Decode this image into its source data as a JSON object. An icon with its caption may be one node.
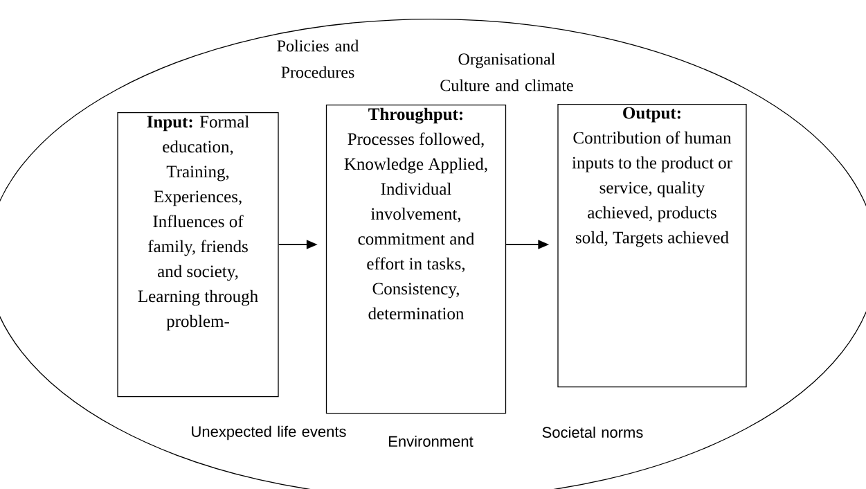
{
  "diagram": {
    "nodes": [
      {
        "text": [],
        "shape": "ellipse"
      },
      {
        "text": [
          "**Input:** Formal education, Training, Experiences, Influences of family, friends and society, Learning through problem-"
        ],
        "in": 0
      },
      {
        "text": [
          "Throughput:",
          "Processes followed, Knowledge Applied, Individual involvement, commitment and effort in tasks, Consistency, determination"
        ],
        "in": 0
      },
      {
        "text": [
          "Output:",
          "Contribution of human inputs to the product or service, quality achieved, products sold, Targets achieved"
        ],
        "in": 0
      }
    ],
    "edges": [
      {
        "from": 1,
        "to": 2,
        "arrow": "to"
      },
      {
        "from": 2,
        "to": 3,
        "arrow": "to"
      }
    ],
    "labels": [
      "Policies and Procedures",
      "Organisational Culture and climate",
      "Unexpected life events",
      "Environment",
      "Societal norms"
    ]
  }
}
